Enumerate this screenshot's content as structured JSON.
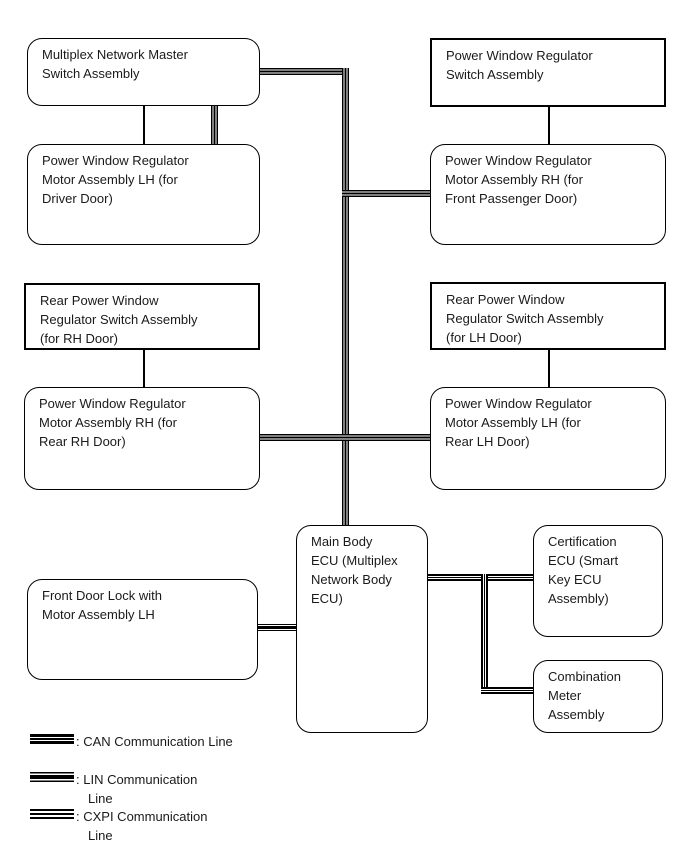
{
  "colors": {
    "line": "#000000",
    "text": "#1a1a1a",
    "background": "#ffffff"
  },
  "boxes": {
    "multiplex_master": "Multiplex Network Master\nSwitch Assembly",
    "pw_switch_front": "Power Window Regulator\nSwitch Assembly",
    "pw_motor_driver": "Power Window Regulator\nMotor Assembly LH (for\nDriver Door)",
    "pw_motor_front_rh": "Power Window Regulator\nMotor Assembly RH (for\nFront Passenger Door)",
    "rear_switch_rh": "Rear Power Window\nRegulator Switch Assembly\n(for RH Door)",
    "rear_switch_lh": "Rear Power Window\nRegulator Switch Assembly\n(for LH Door)",
    "pw_motor_rear_rh": "Power Window Regulator\nMotor Assembly RH (for\nRear RH Door)",
    "pw_motor_rear_lh": "Power Window Regulator\nMotor Assembly LH (for\nRear LH Door)",
    "main_body_ecu": "Main Body\nECU (Multiplex\nNetwork Body\nECU)",
    "front_door_lock": "Front Door Lock with\nMotor Assembly LH",
    "certification_ecu": "Certification\nECU (Smart\nKey ECU\nAssembly)",
    "combination_meter": "Combination\nMeter\nAssembly"
  },
  "legend": {
    "items": [
      {
        "type": "CAN",
        "line1": ": CAN Communication Line",
        "line2": ""
      },
      {
        "type": "LIN",
        "line1": ": LIN Communication",
        "line2": "Line"
      },
      {
        "type": "CXPI",
        "line1": ": CXPI Communication",
        "line2": "Line"
      }
    ]
  }
}
